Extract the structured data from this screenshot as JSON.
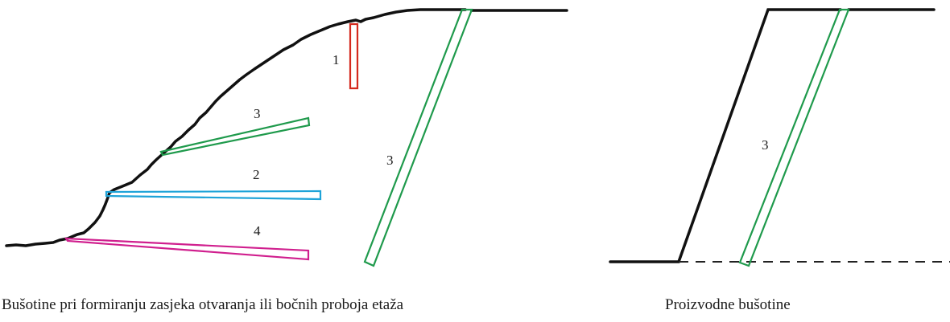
{
  "figures": [
    {
      "caption": "Bušotine pri formiranju zasjeka otvaranja ili bočnih proboja etaža",
      "labels": {
        "vertical_borehole": "1",
        "inclined_upper_borehole": "3",
        "horizontal_borehole": "2",
        "inclined_lower_borehole": "4",
        "long_inclined_borehole": "3"
      }
    },
    {
      "caption": "Proizvodne bušotine",
      "labels": {
        "production_borehole": "3"
      }
    }
  ],
  "colors": {
    "terrain": "#111111",
    "borehole_1": "#d42a1e",
    "borehole_2": "#1ea3d8",
    "borehole_3": "#1f9a4c",
    "borehole_4": "#d01f8e",
    "floor_dashed": "#222222",
    "text": "#1a1a1a"
  }
}
